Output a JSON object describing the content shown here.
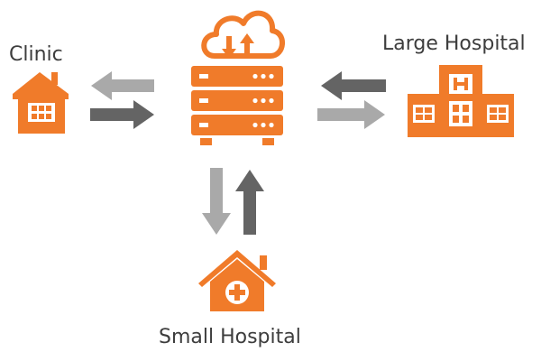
{
  "nodes": {
    "clinic": {
      "label": "Clinic",
      "icon": "house-clinic-icon"
    },
    "large_hospital": {
      "label": "Large Hospital",
      "icon": "hospital-building-icon"
    },
    "small_hospital": {
      "label": "Small Hospital",
      "icon": "house-plus-icon"
    },
    "server": {
      "icon": "server-rack-icon",
      "cloud_icon": "cloud-sync-icon"
    }
  },
  "colors": {
    "accent": "#f07b2a",
    "arrow_light": "#a9a9a9",
    "arrow_dark": "#646464",
    "text": "#3d3d3d"
  }
}
